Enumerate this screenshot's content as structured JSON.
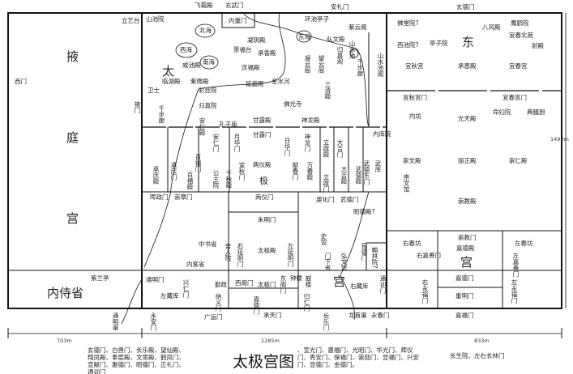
{
  "title": "太极宫图",
  "regions": {
    "yeting": [
      "掖",
      "庭",
      "宫"
    ],
    "taiji": [
      "太",
      "极",
      "宫"
    ],
    "donggong": [
      "东",
      "宫"
    ],
    "neishi": "内侍省"
  },
  "labels": [
    "飞霜殿",
    "玄武门",
    "安礼门",
    "玄德门",
    "内重门",
    "西门",
    "山池院",
    "立艺台",
    "紫云阁",
    "环池亭子",
    "佛堂院?",
    "八风殿",
    "鹰鹞院",
    "宜春北苑",
    "射殿",
    "西池院?",
    "亭子院",
    "宜秋宫",
    "承恩殿",
    "宜春宫",
    "宜秋宫门",
    "宜春宫门",
    "内坊",
    "光天殿",
    "命妇院",
    "典膳厨",
    "崇文殿",
    "丽正殿",
    "崇仁殿",
    "崇文馆",
    "崇教殿",
    "右春坊",
    "崇教门",
    "左春坊",
    "嘉德殿",
    "嘉德门",
    "重明门",
    "右永福门",
    "左永福门",
    "临湖殿",
    "紫微殿",
    "延嘉殿",
    "金水河",
    "千步廊",
    "安仁殿",
    "孔子庙",
    "甘露殿",
    "神龙殿",
    "凝云阁",
    "望云阁",
    "归真观",
    "山水池",
    "千步廊",
    "山水池阁",
    "三清殿",
    "佛光寺",
    "弘文殿",
    "北海",
    "西海",
    "南海",
    "东海",
    "咸池殿",
    "彩丝院",
    "归真院",
    "凝阴殿",
    "景福台",
    "承香殿",
    "庆福殿",
    "掖门",
    "承庆殿",
    "承庆门",
    "百福门",
    "百福殿",
    "安仁门",
    "公主院",
    "千秋殿",
    "月华门",
    "宜秋门",
    "甘露门",
    "两仪殿",
    "日华门",
    "献春门",
    "神龙门",
    "万春殿",
    "立政殿",
    "立政门",
    "大吉门",
    "大吉殿",
    "武德殿",
    "武德东门",
    "武库",
    "内库院",
    "晖政门",
    "崇章门",
    "两仪门",
    "虔化门",
    "武德门",
    "朱明门",
    "昭德殿?",
    "中书省",
    "舍人院",
    "内客省",
    "右延明门",
    "太极殿",
    "左延明门",
    "史馆",
    "门下省",
    "弘文馆",
    "昆德门",
    "翰林院?",
    "紫兰亭",
    "通明门",
    "兴仁门",
    "左藏库",
    "勤政",
    "西阁门",
    "太极门",
    "东阁门",
    "钟楼",
    "鼓楼",
    "纳义门",
    "嘉德门",
    "归仁门",
    "右藏库",
    "通训门",
    "通明渠",
    "永安门",
    "广运门",
    "承天门",
    "长乐门",
    "龙首渠",
    "永春门",
    "嘉福门",
    "右嘉善门",
    "左嘉善门",
    "卫士"
  ],
  "dimensions": {
    "west": "703m",
    "middle": "1285m",
    "east": "833m",
    "height": "1492m"
  },
  "notes": [
    "玄德门、白兽门、长乐殿、望仙殿、翔凤殿、奉宸殿、文思殿、鹤凤门、宣献门、惠德门、昭德门、正礼门、通训门",
    "、宣光门、惠福门、光昭门、华光门、辉仪门、秀安门、保福门、崇勋门、显福门、兴安门、显德门、金德门。",
    "长生院、左右长林门"
  ]
}
